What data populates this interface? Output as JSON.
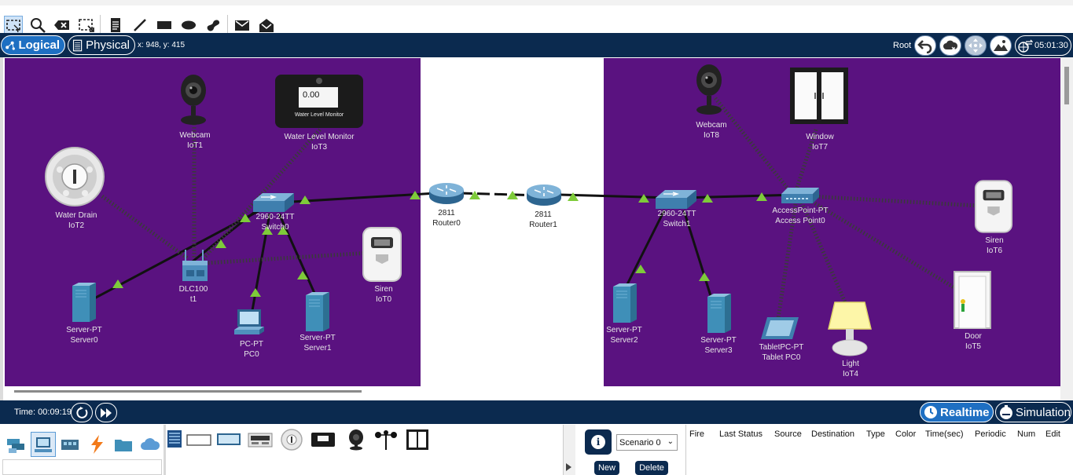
{
  "toolbar": {
    "icons": [
      "select-icon",
      "inspect-icon",
      "delete-icon",
      "resize-icon",
      "note-icon",
      "line-icon",
      "rectangle-icon",
      "ellipse-icon",
      "freeform-icon",
      "simple-pdu-icon",
      "complex-pdu-icon"
    ]
  },
  "modebar": {
    "logical_label": "Logical",
    "physical_label": "Physical",
    "coords": "x: 948, y: 415",
    "root_label": "Root",
    "clock": "05:01:30"
  },
  "colors": {
    "bar": "#0b2a4f",
    "accent": "#1e6fc2",
    "cluster": "#5a1280",
    "link_indicator": "#7ecb3a"
  },
  "devices": {
    "webcam0": {
      "model": "Webcam",
      "name": "IoT1"
    },
    "watermonitor": {
      "model": "Water Level Monitor",
      "name": "IoT3",
      "reading": "0.00",
      "caption": "Water Level Monitor"
    },
    "waterdrain": {
      "model": "Water Drain",
      "name": "IoT2"
    },
    "switch0": {
      "model": "2960-24TT",
      "name": "Switch0"
    },
    "dlc": {
      "model": "DLC100",
      "name": "t1"
    },
    "siren0": {
      "model": "Siren",
      "name": "IoT0"
    },
    "server0": {
      "model": "Server-PT",
      "name": "Server0"
    },
    "pc0": {
      "model": "PC-PT",
      "name": "PC0"
    },
    "server1": {
      "model": "Server-PT",
      "name": "Server1"
    },
    "router0": {
      "model": "2811",
      "name": "Router0"
    },
    "router1": {
      "model": "2811",
      "name": "Router1"
    },
    "switch1": {
      "model": "2960-24TT",
      "name": "Switch1"
    },
    "webcam8": {
      "model": "Webcam",
      "name": "IoT8"
    },
    "window": {
      "model": "Window",
      "name": "IoT7"
    },
    "ap0": {
      "model": "AccessPoint-PT",
      "name": "Access Point0"
    },
    "siren6": {
      "model": "Siren",
      "name": "IoT6"
    },
    "door": {
      "model": "Door",
      "name": "IoT5"
    },
    "server2": {
      "model": "Server-PT",
      "name": "Server2"
    },
    "server3": {
      "model": "Server-PT",
      "name": "Server3"
    },
    "tablet": {
      "model": "TabletPC-PT",
      "name": "Tablet PC0"
    },
    "light": {
      "model": "Light",
      "name": "IoT4"
    }
  },
  "timebar": {
    "time": "Time: 00:09:19",
    "realtime_label": "Realtime",
    "simulation_label": "Simulation"
  },
  "bottom": {
    "category_icons": [
      "network-devices-icon",
      "end-devices-icon",
      "components-icon",
      "connections-icon",
      "miscellaneous-icon",
      "multiuser-icon"
    ],
    "device_icons": [
      "server-rack-icon",
      "blank-device-icon",
      "laptop-device-icon",
      "sbc-device-icon",
      "water-drain-device-icon",
      "monitor-device-icon",
      "webcam-device-icon",
      "wind-device-icon",
      "window-device-icon"
    ],
    "scenario": "Scenario 0",
    "new_label": "New",
    "delete_label": "Delete",
    "pdu_columns": [
      "Fire",
      "Last Status",
      "Source",
      "Destination",
      "Type",
      "Color",
      "Time(sec)",
      "Periodic",
      "Num",
      "Edit"
    ]
  }
}
